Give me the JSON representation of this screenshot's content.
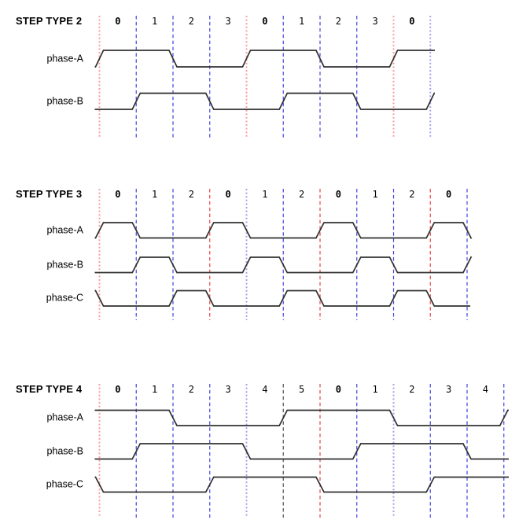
{
  "palette": {
    "background": "#ffffff",
    "text": "#000000",
    "trace": "#303030",
    "red_dotted": "#ff9a9a",
    "red": "#e44444",
    "blue": "#4444dd",
    "lightblue": "#a0a0f0",
    "black": "#4d4d4d"
  },
  "chart_data": [
    {
      "type": "digital-timing",
      "title": "STEP TYPE 2",
      "steps_per_cycle": 4,
      "step_labels": [
        "0",
        "1",
        "2",
        "3",
        "0",
        "1",
        "2",
        "3",
        "0"
      ],
      "bold_step_labels": [
        true,
        false,
        false,
        false,
        true,
        false,
        false,
        false,
        true
      ],
      "gridline_colors": [
        "red_dotted",
        "blue",
        "blue",
        "blue",
        "red_dotted",
        "blue",
        "blue",
        "blue",
        "red_dotted",
        "lightblue"
      ],
      "series": [
        {
          "name": "phase-A",
          "pre": 0,
          "values": [
            1,
            1,
            0,
            0,
            1,
            1,
            0,
            0,
            1
          ],
          "post": 1
        },
        {
          "name": "phase-B",
          "pre": 0,
          "values": [
            0,
            1,
            1,
            0,
            0,
            1,
            1,
            0,
            0
          ],
          "post": 1
        }
      ]
    },
    {
      "type": "digital-timing",
      "title": "STEP TYPE 3",
      "steps_per_cycle": 3,
      "step_labels": [
        "0",
        "1",
        "2",
        "0",
        "1",
        "2",
        "0",
        "1",
        "2",
        "0"
      ],
      "bold_step_labels": [
        true,
        false,
        false,
        true,
        false,
        false,
        true,
        false,
        false,
        true
      ],
      "gridline_colors": [
        "red_dotted",
        "blue",
        "blue",
        "red",
        "lightblue",
        "blue",
        "red",
        "blue",
        "blue",
        "red",
        "blue"
      ],
      "series": [
        {
          "name": "phase-A",
          "pre": 0,
          "values": [
            1,
            0,
            0,
            1,
            0,
            0,
            1,
            0,
            0,
            1
          ],
          "post": 0
        },
        {
          "name": "phase-B",
          "pre": 0,
          "values": [
            0,
            1,
            0,
            0,
            1,
            0,
            0,
            1,
            0,
            0
          ],
          "post": 1
        },
        {
          "name": "phase-C",
          "pre": 1,
          "values": [
            0,
            0,
            1,
            0,
            0,
            1,
            0,
            0,
            1,
            0
          ],
          "post": 0
        }
      ]
    },
    {
      "type": "digital-timing",
      "title": "STEP TYPE 4",
      "steps_per_cycle": 6,
      "step_labels": [
        "0",
        "1",
        "2",
        "3",
        "4",
        "5",
        "0",
        "1",
        "2",
        "3",
        "4"
      ],
      "bold_step_labels": [
        true,
        false,
        false,
        false,
        false,
        false,
        true,
        false,
        false,
        false,
        false
      ],
      "gridline_colors": [
        "red_dotted",
        "blue",
        "blue",
        "blue",
        "lightblue",
        "black",
        "red",
        "blue",
        "lightblue",
        "blue",
        "blue",
        "blue"
      ],
      "series": [
        {
          "name": "phase-A",
          "pre": 1,
          "values": [
            1,
            1,
            0,
            0,
            0,
            1,
            1,
            1,
            0,
            0,
            0
          ],
          "post": 1
        },
        {
          "name": "phase-B",
          "pre": 0,
          "values": [
            0,
            1,
            1,
            1,
            0,
            0,
            0,
            1,
            1,
            1,
            0
          ],
          "post": 0
        },
        {
          "name": "phase-C",
          "pre": 1,
          "values": [
            0,
            0,
            0,
            1,
            1,
            1,
            0,
            0,
            0,
            1,
            1
          ],
          "post": 1
        }
      ]
    }
  ]
}
